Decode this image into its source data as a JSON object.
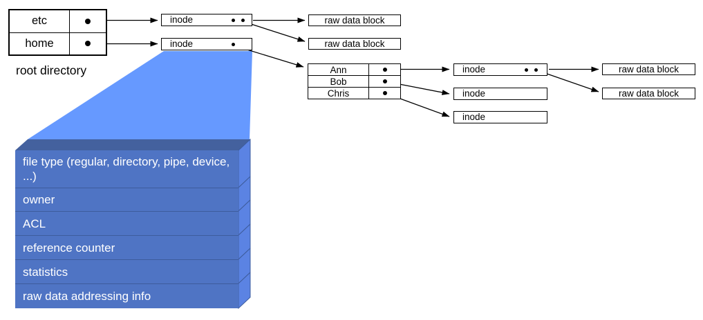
{
  "labels": {
    "inode": "inode",
    "raw_data_block": "raw data block",
    "root_directory_caption": "root directory"
  },
  "root_directory": {
    "entries": [
      "etc",
      "home"
    ]
  },
  "home_directory": {
    "entries": [
      "Ann",
      "Bob",
      "Chris"
    ]
  },
  "inode_fields": [
    "file type (regular, directory, pipe, device, ...)",
    "owner",
    "ACL",
    "reference counter",
    "statistics",
    "raw data addressing info"
  ],
  "colors": {
    "funnel": "#6699FF",
    "stack_face": "#4F74C4",
    "stack_top": "#44619E",
    "stack_side": "#5B83E3",
    "stack_divider": "#3D5C9C",
    "line": "#000000"
  }
}
